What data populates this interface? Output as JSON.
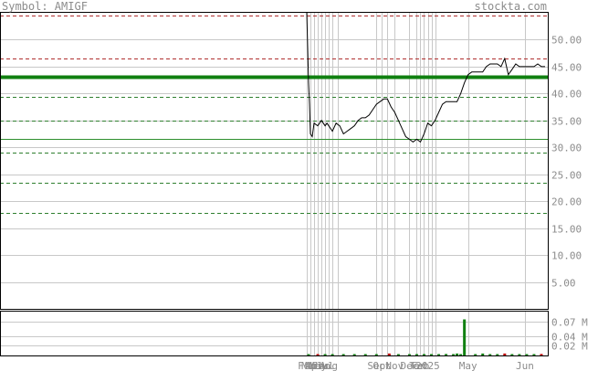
{
  "header": {
    "symbol_label": "Symbol: AMIGF",
    "site_label": "stockta.com"
  },
  "colors": {
    "frame": "#000000",
    "grid": "#c8c8c8",
    "price_line": "#000000",
    "red_dashed": "#b03030",
    "green_dashed": "#2f7f2f",
    "green_thick": "#108010",
    "green_thin": "#2f8f2f",
    "volume_up": "#108010",
    "volume_down": "#c00000",
    "text": "#8c8c8c"
  },
  "chart_data": {
    "type": "line",
    "price_axis": {
      "ylim": [
        0,
        55
      ],
      "ticks": [
        5,
        10,
        15,
        20,
        25,
        30,
        35,
        40,
        45,
        50
      ],
      "tick_labels": [
        "5.00",
        "10.00",
        "15.00",
        "20.00",
        "25.00",
        "30.00",
        "35.00",
        "40.00",
        "45.00",
        "50.00"
      ]
    },
    "volume_axis": {
      "ylim": [
        0,
        0.09
      ],
      "ticks": [
        0.02,
        0.04,
        0.07
      ],
      "tick_labels": [
        "0.02 M",
        "0.04 M",
        "0.07 M"
      ]
    },
    "x_axis": {
      "range": [
        0,
        131
      ],
      "labels": [
        {
          "text": "Feb",
          "x": 0
        },
        {
          "text": "Mar",
          "x": 2
        },
        {
          "text": "Apr",
          "x": 4
        },
        {
          "text": "May",
          "x": 6
        },
        {
          "text": "Jun",
          "x": 8
        },
        {
          "text": "Jul",
          "x": 10
        },
        {
          "text": "Aug",
          "x": 12
        },
        {
          "text": "Sep",
          "x": 38
        },
        {
          "text": "Oct",
          "x": 41
        },
        {
          "text": "Nov",
          "x": 48
        },
        {
          "text": "Dec",
          "x": 56
        },
        {
          "text": "Jan",
          "x": 60
        },
        {
          "text": "Feb",
          "x": 62
        },
        {
          "text": "2025",
          "x": 66
        },
        {
          "text": "May",
          "x": 88
        },
        {
          "text": "Jun",
          "x": 119
        }
      ],
      "vertical_grid_x": [
        0,
        2,
        4,
        6,
        8,
        10,
        12,
        14,
        17,
        38,
        41,
        44,
        48,
        56,
        60,
        62,
        64,
        66,
        68,
        70,
        88,
        119
      ]
    },
    "price_series": {
      "x": [
        0,
        1,
        1.5,
        2,
        3,
        4,
        6,
        8,
        10,
        11,
        12,
        14,
        16,
        18,
        20,
        22,
        24,
        26,
        27,
        28,
        30,
        32,
        34,
        36,
        38,
        40,
        42,
        44,
        46,
        48,
        50,
        52,
        54,
        56,
        58,
        60,
        62,
        64,
        66,
        68,
        70,
        72,
        74,
        76,
        78,
        80,
        82,
        84,
        86,
        88,
        90,
        92,
        94,
        96,
        98,
        100,
        102,
        104,
        106,
        108,
        110,
        112,
        114,
        116,
        118,
        120,
        122,
        124,
        126,
        128,
        130
      ],
      "y": [
        55,
        42,
        38,
        32.5,
        32,
        34.5,
        34,
        35,
        34,
        34.5,
        34,
        33,
        34.5,
        34,
        32.5,
        33,
        33.5,
        34,
        34.5,
        35,
        35.5,
        35.5,
        36,
        37,
        38,
        38.5,
        39,
        39,
        37.5,
        36.5,
        35,
        33.5,
        32,
        31.5,
        31,
        31.5,
        31,
        32.5,
        34.5,
        34,
        35,
        36.5,
        38,
        38.5,
        38.5,
        38.5,
        38.5,
        40,
        42,
        43.5,
        44,
        44,
        44,
        44,
        45,
        45.5,
        45.5,
        45.5,
        45,
        46.5,
        43.5,
        44.5,
        45.5,
        45,
        45,
        45,
        45,
        45,
        45.5,
        45,
        45
      ]
    },
    "reference_lines": [
      {
        "value": 54.5,
        "style": "red-dashed"
      },
      {
        "value": 46.5,
        "style": "red-dashed"
      },
      {
        "value": 43.2,
        "style": "green-thick"
      },
      {
        "value": 39.3,
        "style": "green-dashed"
      },
      {
        "value": 35.0,
        "style": "green-dashed"
      },
      {
        "value": 31.5,
        "style": "green-thin"
      },
      {
        "value": 29.0,
        "style": "green-dashed"
      },
      {
        "value": 23.5,
        "style": "green-dashed"
      },
      {
        "value": 17.8,
        "style": "green-dashed"
      }
    ],
    "volume_bars": [
      {
        "x": 1,
        "v": 0.001,
        "up": true
      },
      {
        "x": 6,
        "v": 0.002,
        "up": false
      },
      {
        "x": 10,
        "v": 0.001,
        "up": true
      },
      {
        "x": 14,
        "v": 0.001,
        "up": true
      },
      {
        "x": 20,
        "v": 0.001,
        "up": true
      },
      {
        "x": 26,
        "v": 0.001,
        "up": true
      },
      {
        "x": 32,
        "v": 0.001,
        "up": true
      },
      {
        "x": 38,
        "v": 0.001,
        "up": true
      },
      {
        "x": 45,
        "v": 0.004,
        "up": false
      },
      {
        "x": 50,
        "v": 0.001,
        "up": true
      },
      {
        "x": 56,
        "v": 0.001,
        "up": true
      },
      {
        "x": 60,
        "v": 0.002,
        "up": true
      },
      {
        "x": 64,
        "v": 0.001,
        "up": true
      },
      {
        "x": 68,
        "v": 0.001,
        "up": true
      },
      {
        "x": 72,
        "v": 0.001,
        "up": true
      },
      {
        "x": 76,
        "v": 0.003,
        "up": true
      },
      {
        "x": 80,
        "v": 0.002,
        "up": true
      },
      {
        "x": 82,
        "v": 0.004,
        "up": true
      },
      {
        "x": 84,
        "v": 0.002,
        "up": true
      },
      {
        "x": 86,
        "v": 0.074,
        "up": true
      },
      {
        "x": 92,
        "v": 0.002,
        "up": true
      },
      {
        "x": 96,
        "v": 0.004,
        "up": true
      },
      {
        "x": 100,
        "v": 0.002,
        "up": true
      },
      {
        "x": 104,
        "v": 0.001,
        "up": true
      },
      {
        "x": 108,
        "v": 0.004,
        "up": false
      },
      {
        "x": 112,
        "v": 0.002,
        "up": true
      },
      {
        "x": 116,
        "v": 0.001,
        "up": true
      },
      {
        "x": 120,
        "v": 0.001,
        "up": true
      },
      {
        "x": 124,
        "v": 0.001,
        "up": true
      },
      {
        "x": 128,
        "v": 0.003,
        "up": false
      }
    ]
  }
}
